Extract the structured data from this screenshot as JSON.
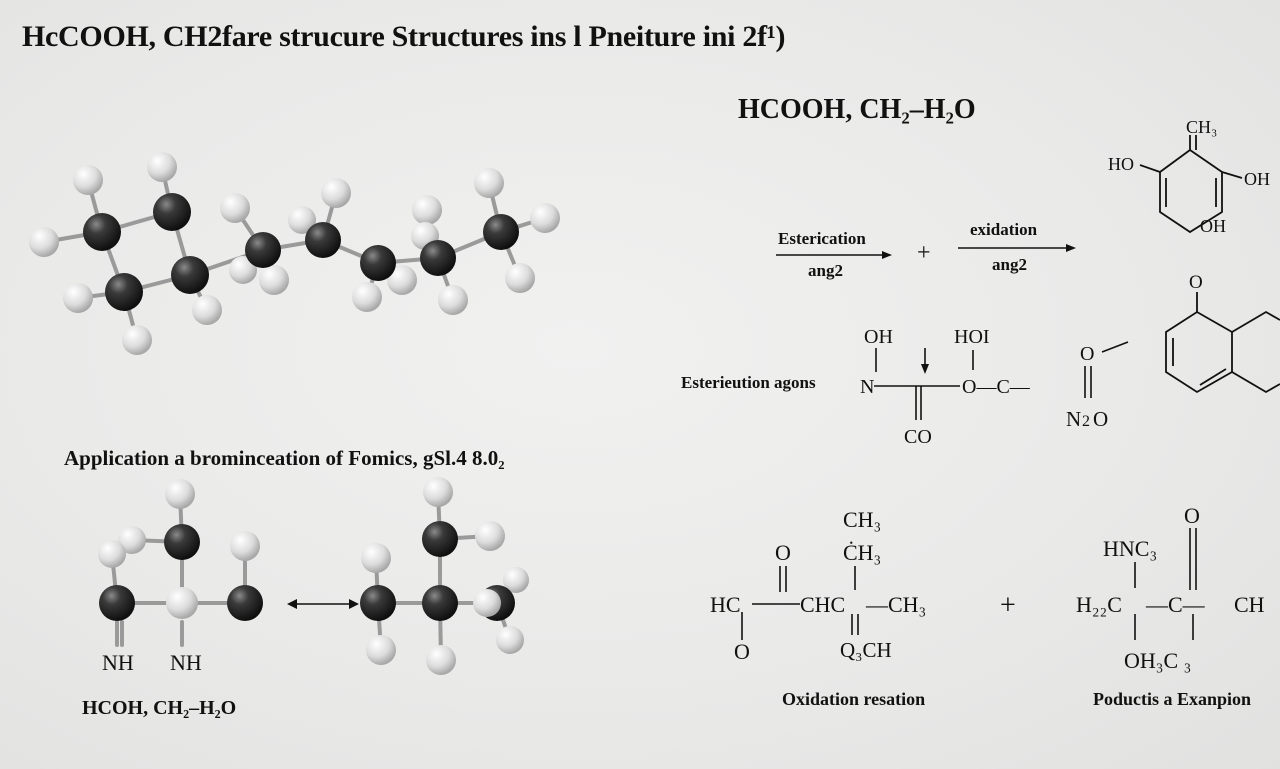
{
  "title": "HcCOOH, CH2fare  strucure Structures  ins l  Pneiture ini 2f¹)",
  "right_heading": "HCOOH, CH₂–H₂O",
  "molecule_left": {
    "app_label": "Application a brominceation of Fomics, gSl.4 8.0₂",
    "formula": "HCOH, CH₂–H₂O",
    "nh_left": "NH",
    "nh_right": "NH"
  },
  "ring_top": {
    "ch3": "CH₃",
    "ho": "HO",
    "oh_right": "OH",
    "oh_bottom": "OH"
  },
  "arrows": {
    "esterification_top": "Esterication",
    "esterification_sub": "ang2",
    "plus": "+",
    "oxidation_top": "exidation",
    "oxidation_sub": "ang2"
  },
  "middle_reaction": {
    "label": "Esterieution agons",
    "oh": "OH",
    "hoi": "HOI",
    "n": "N",
    "o_c": "O—C—",
    "co": "CO",
    "o": "O",
    "n2o_n": "N",
    "n2o_sub": "2",
    "n2o_o": "O",
    "naph_o": "O"
  },
  "bottom_reaction_left": {
    "ch3_top": "CH₃",
    "ch3_second": "ĊH₃",
    "o_top": "O",
    "hc": "HC",
    "chc": "CHC",
    "ch3_right": "—CH₃",
    "o_bottom": "O",
    "q3ch": "Q₃CH",
    "caption": "Oxidation resation"
  },
  "bottom_plus": "+",
  "bottom_reaction_right": {
    "o_top": "O",
    "hnc3": "HNC₃",
    "h22c": "H₂₂C",
    "c_mid": "—C—",
    "ch_right": "CH",
    "oh3c3": "OH₃C  ₃",
    "caption": "Poductis a Exanpion"
  }
}
